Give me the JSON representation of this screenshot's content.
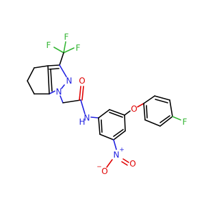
{
  "molecule": {
    "atoms": {
      "f1": "F",
      "f2": "F",
      "f3": "F",
      "n1": "N",
      "n2": "N",
      "o_amide": "O",
      "n_amide": "N",
      "h_amide": "H",
      "o_ether": "O",
      "f_aryl": "F",
      "n_nitro": "N",
      "n_nitro_charge": "+",
      "o_nitro_minus": "O",
      "o_nitro_minus_charge": "−",
      "o_nitro": "O"
    }
  },
  "colors": {
    "carbon_bond": "#000000",
    "nitrogen": "#1f1fe0",
    "oxygen": "#e00000",
    "fluorine": "#33b533"
  }
}
